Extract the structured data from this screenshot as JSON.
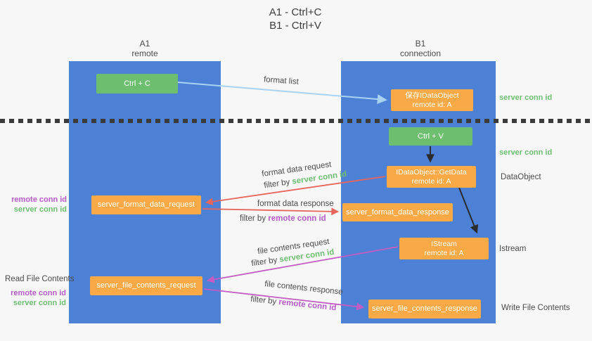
{
  "title": {
    "line1": "A1 - Ctrl+C",
    "line2": "B1 - Ctrl+V"
  },
  "columns": {
    "left": {
      "name": "A1",
      "subtitle": "remote"
    },
    "right": {
      "name": "B1",
      "subtitle": "connection"
    }
  },
  "boxes": {
    "ctrl_c": "Ctrl + C",
    "ctrl_v": "Ctrl + V",
    "save_obj_line1": "保存IDataObject",
    "save_obj_line2": "remote id: A",
    "getdata_line1": "IDataObject::GetData",
    "getdata_line2": "remote id: A",
    "istream_line1": "IStream",
    "istream_line2": "remote id: A",
    "format_request": "server_format_data_request",
    "format_response": "server_format_data_response",
    "file_request": "server_file_contents_request",
    "file_response": "server_file_contents_response"
  },
  "labels": {
    "format_list": "format list",
    "format_data_request": "format data request",
    "format_data_response": "format data response",
    "file_contents_request": "file contents request",
    "file_contents_response": "file contents response",
    "filter_by": "filter by ",
    "server_conn_id": "server conn id",
    "remote_conn_id": "remote conn id",
    "read_file_contents": "Read File Contents",
    "write_file_contents": "Write File Contents",
    "dataobject": "DataObject",
    "istream": "Istream"
  },
  "colors": {
    "column_blue": "#4d81d6",
    "box_green": "#6dbf6f",
    "box_orange": "#f9a945",
    "arrow_lightblue": "#a9d3f2",
    "arrow_red": "#e8655c",
    "arrow_magenta": "#c45cc4",
    "arrow_black": "#2b2b2b",
    "text_green": "#6fbf72",
    "text_purple": "#b55bc6"
  }
}
